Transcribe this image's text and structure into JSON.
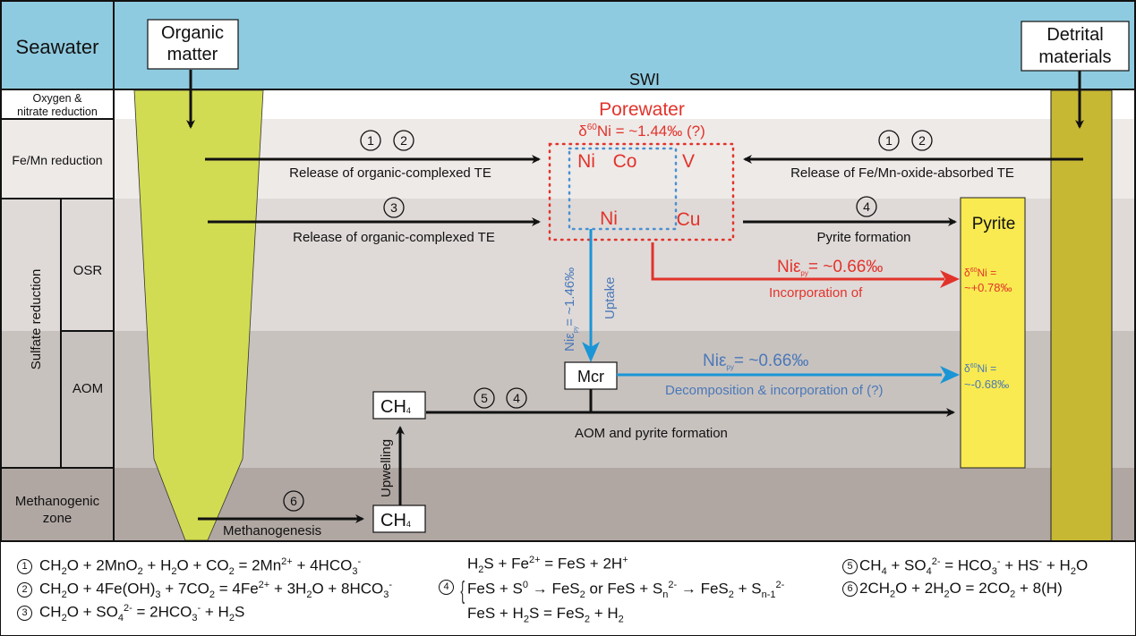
{
  "zones": {
    "seawater": "Seawater",
    "oxygen": [
      "Oxygen &",
      "nitrate reduction"
    ],
    "femn": "Fe/Mn reduction",
    "sulfate": "Sulfate reduction",
    "osr": "OSR",
    "aom": "AOM",
    "methanogenic": [
      "Methanogenic",
      "zone"
    ]
  },
  "sources": {
    "organic": [
      "Organic",
      "matter"
    ],
    "detrital": [
      "Detrital",
      "materials"
    ],
    "swi": "SWI"
  },
  "porewater": {
    "title": "Porewater",
    "delta_prefix": "δ",
    "delta_sup": "60",
    "delta_value": "Ni = ~1.44‰ (?)",
    "elements": [
      "Ni",
      "Co",
      "V",
      "Ni",
      "Cu"
    ]
  },
  "processes": {
    "p12_left": {
      "nums": [
        "1",
        "2"
      ],
      "label": "Release of organic-complexed TE"
    },
    "p12_right": {
      "nums": [
        "1",
        "2"
      ],
      "label": "Release of Fe/Mn-oxide-absorbed TE"
    },
    "p3": {
      "num": "3",
      "label": "Release of organic-complexed TE"
    },
    "p4": {
      "num": "4",
      "label": "Pyrite formation"
    },
    "incorporation_red": {
      "eps": "Niε",
      "eps_sub": "py",
      "eps_val": "= ~0.66‰",
      "label": "Incorporation of"
    },
    "uptake": {
      "label": "Uptake",
      "eps": "Niε",
      "eps_sub": "py",
      "eps_val": "= ~1.46‰"
    },
    "mcr": "Mcr",
    "decomposition": {
      "eps": "Niε",
      "eps_sub": "py",
      "eps_val": "= ~0.66‰",
      "label": "Decomposition & incorporation of (?)"
    },
    "p54": {
      "nums": [
        "5",
        "4"
      ],
      "label": "AOM and pyrite formation"
    },
    "ch4": "CH",
    "ch4_sub": "4",
    "upwelling": "Upwelling",
    "p6": {
      "num": "6",
      "label": "Methanogenesis"
    }
  },
  "pyrite": {
    "title": "Pyrite",
    "red_delta": [
      "δ",
      "60",
      "Ni =",
      "~+0.78‰"
    ],
    "blue_delta": [
      "δ",
      "60",
      "Ni =",
      "~-0.68‰"
    ]
  },
  "colors": {
    "seawater": "#8fcbe0",
    "organic": "#d2dc52",
    "detrital": "#c7b834",
    "pyrite": "#f8ea50",
    "red": "#e2332b",
    "blue": "#1a95d6",
    "blue_text": "#4a78b8"
  },
  "equations": {
    "e1": {
      "num": "1"
    },
    "e2": {
      "num": "2"
    },
    "e3": {
      "num": "3"
    },
    "e4": {
      "num": "4"
    },
    "e5": {
      "num": "5"
    },
    "e6": {
      "num": "6"
    }
  }
}
